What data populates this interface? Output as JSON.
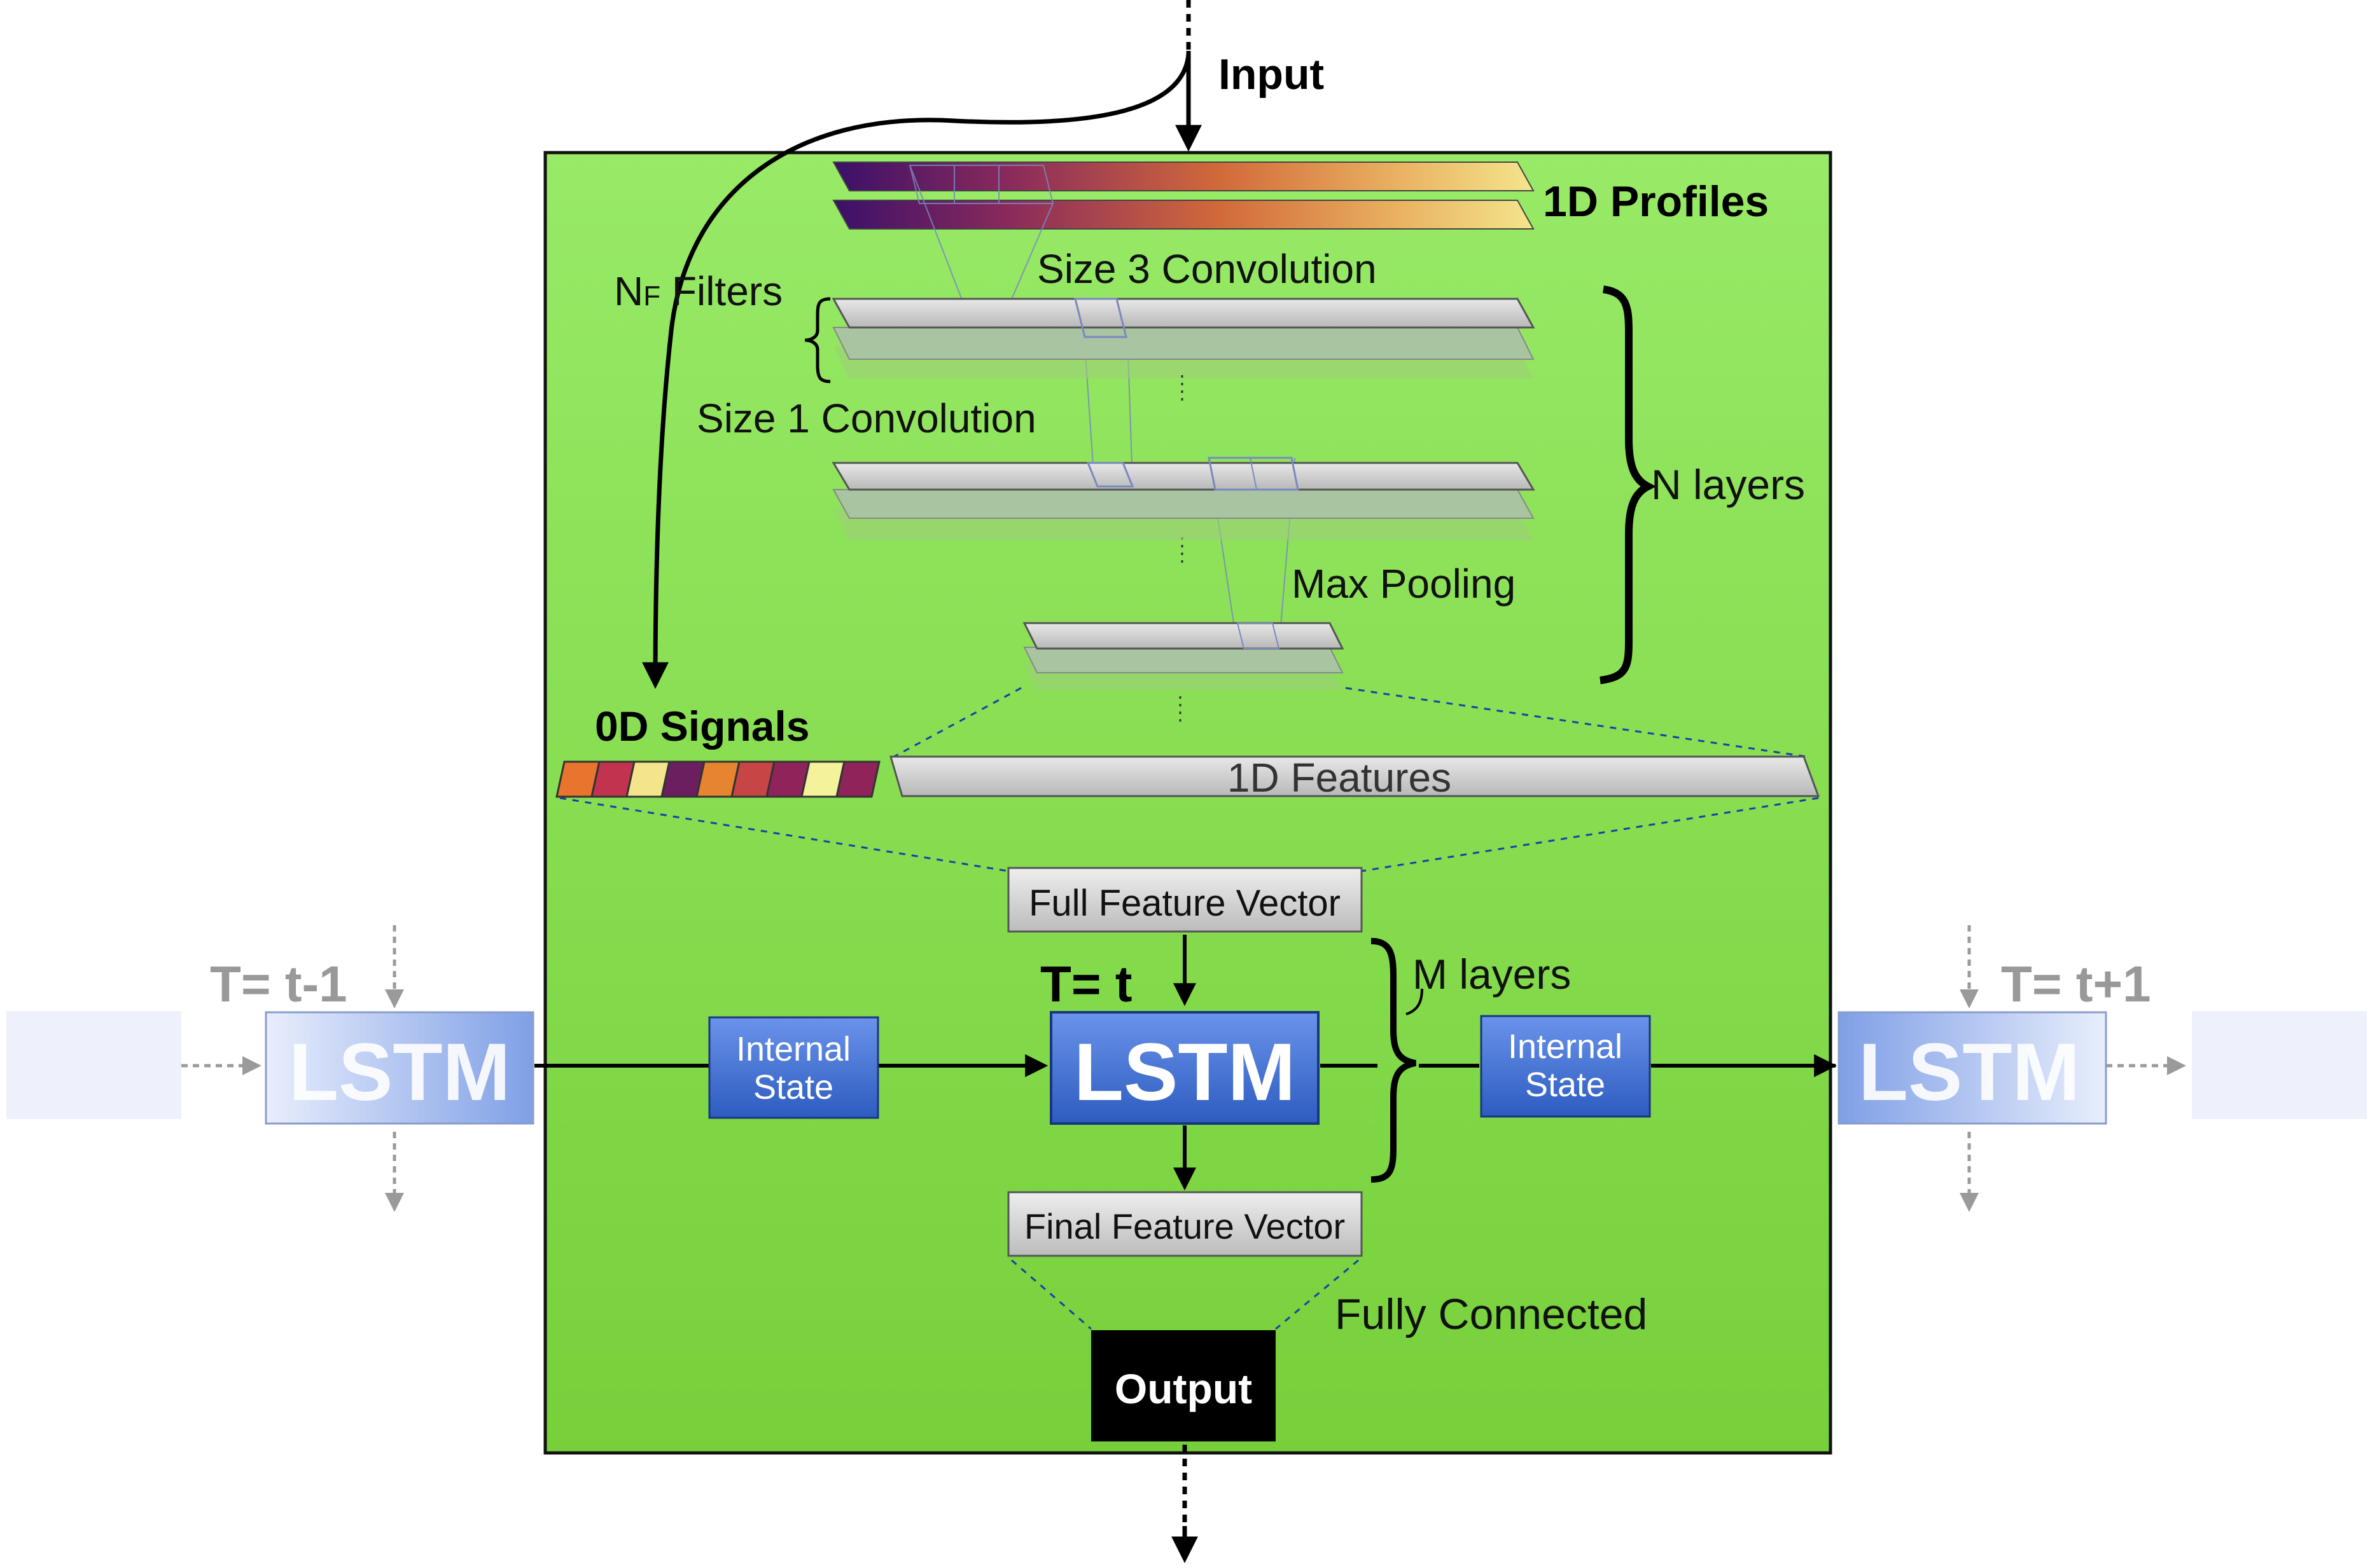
{
  "labels": {
    "input": "Input",
    "profiles_1d": "1D Profiles",
    "size3_conv": "Size 3 Convolution",
    "nf_filters_n": "N",
    "nf_filters_sub": "F",
    "nf_filters_rest": " Filters",
    "size1_conv": "Size 1 Convolution",
    "n_layers": "N layers",
    "max_pooling": "Max Pooling",
    "signals_0d": "0D Signals",
    "features_1d": "1D Features",
    "full_feature_vector": "Full Feature Vector",
    "t_prev": "T= t-1",
    "t_now": "T= t",
    "t_next": "T= t+1",
    "m_layers": "M layers",
    "lstm": "LSTM",
    "internal_state_l1": "Internal",
    "internal_state_l2": "State",
    "final_feature_vector": "Final Feature Vector",
    "fully_connected": "Fully Connected",
    "output": "Output"
  },
  "colors": {
    "green_top": "#98ea67",
    "green_bottom": "#79d23d",
    "lstm_blue": "#3f72d8",
    "lstm_faded": "#a9bdf0",
    "signal_swatches": [
      "#e8742d",
      "#c2334f",
      "#f4e58c",
      "#6b1f5e",
      "#e6842f",
      "#c84545",
      "#8e2459",
      "#f4f29a",
      "#8e2459"
    ]
  }
}
